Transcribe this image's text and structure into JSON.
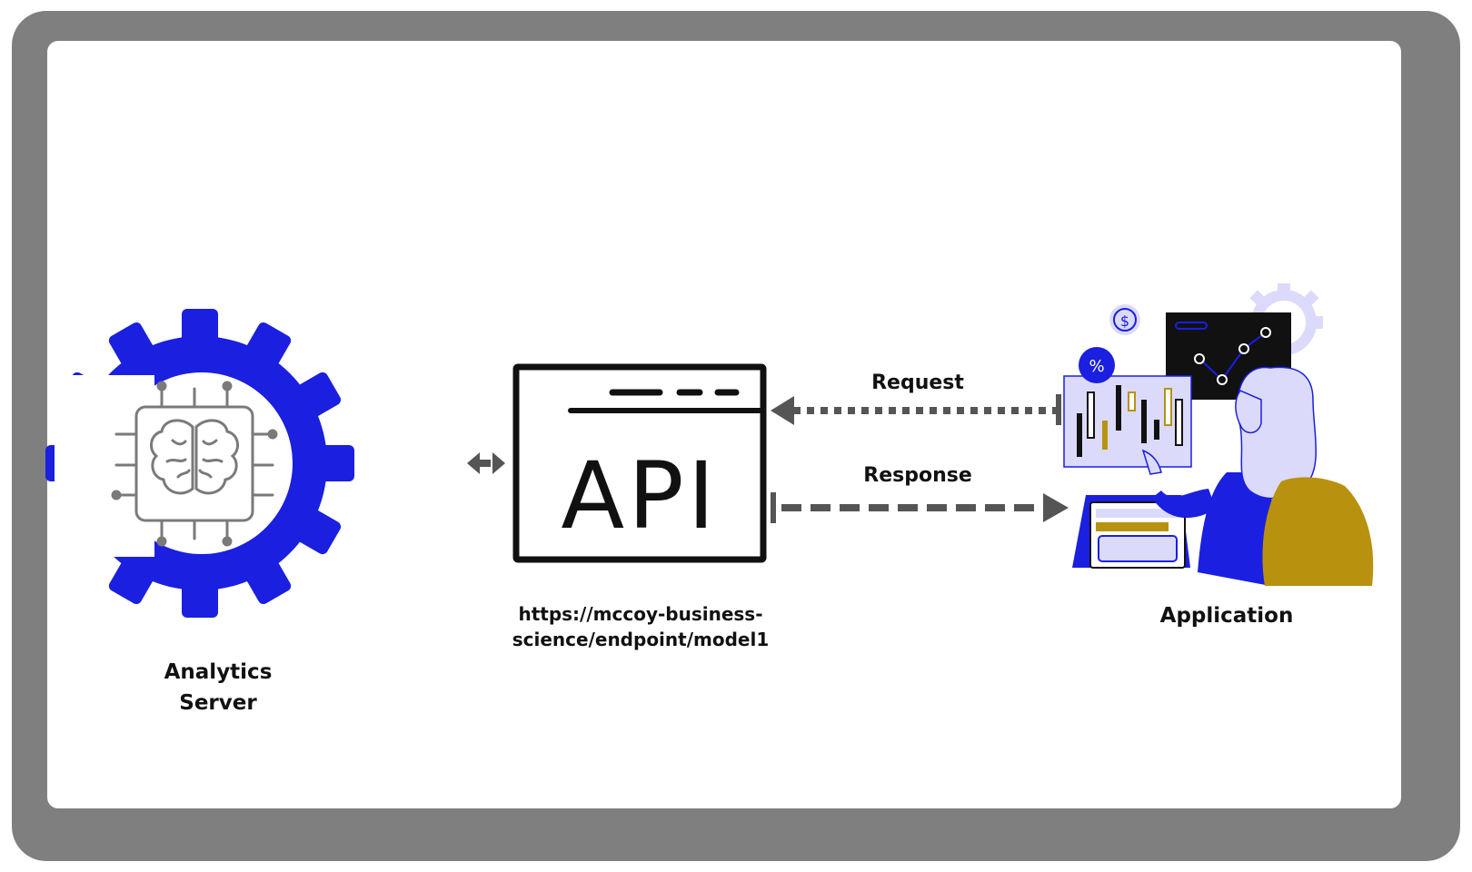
{
  "labels": {
    "server": "Analytics\nServer",
    "api_text": "API",
    "endpoint": "https://mccoy-business-\nscience/endpoint/model1",
    "application": "Application",
    "request": "Request",
    "response": "Response",
    "dollar": "$",
    "percent": "%"
  },
  "icons": {
    "server": "gear-with-brain-chip-icon",
    "api": "api-browser-window-icon",
    "application": "person-with-dashboard-illustration",
    "link": "bidirectional-arrow-icon"
  },
  "colors": {
    "frame": "#7f7f7f",
    "brand_blue": "#1a1fe0",
    "chip_gray": "#7a7a7a",
    "arrow_gray": "#555555",
    "lavender": "#dcdafa",
    "gold": "#b8920f",
    "dark": "#111111"
  }
}
